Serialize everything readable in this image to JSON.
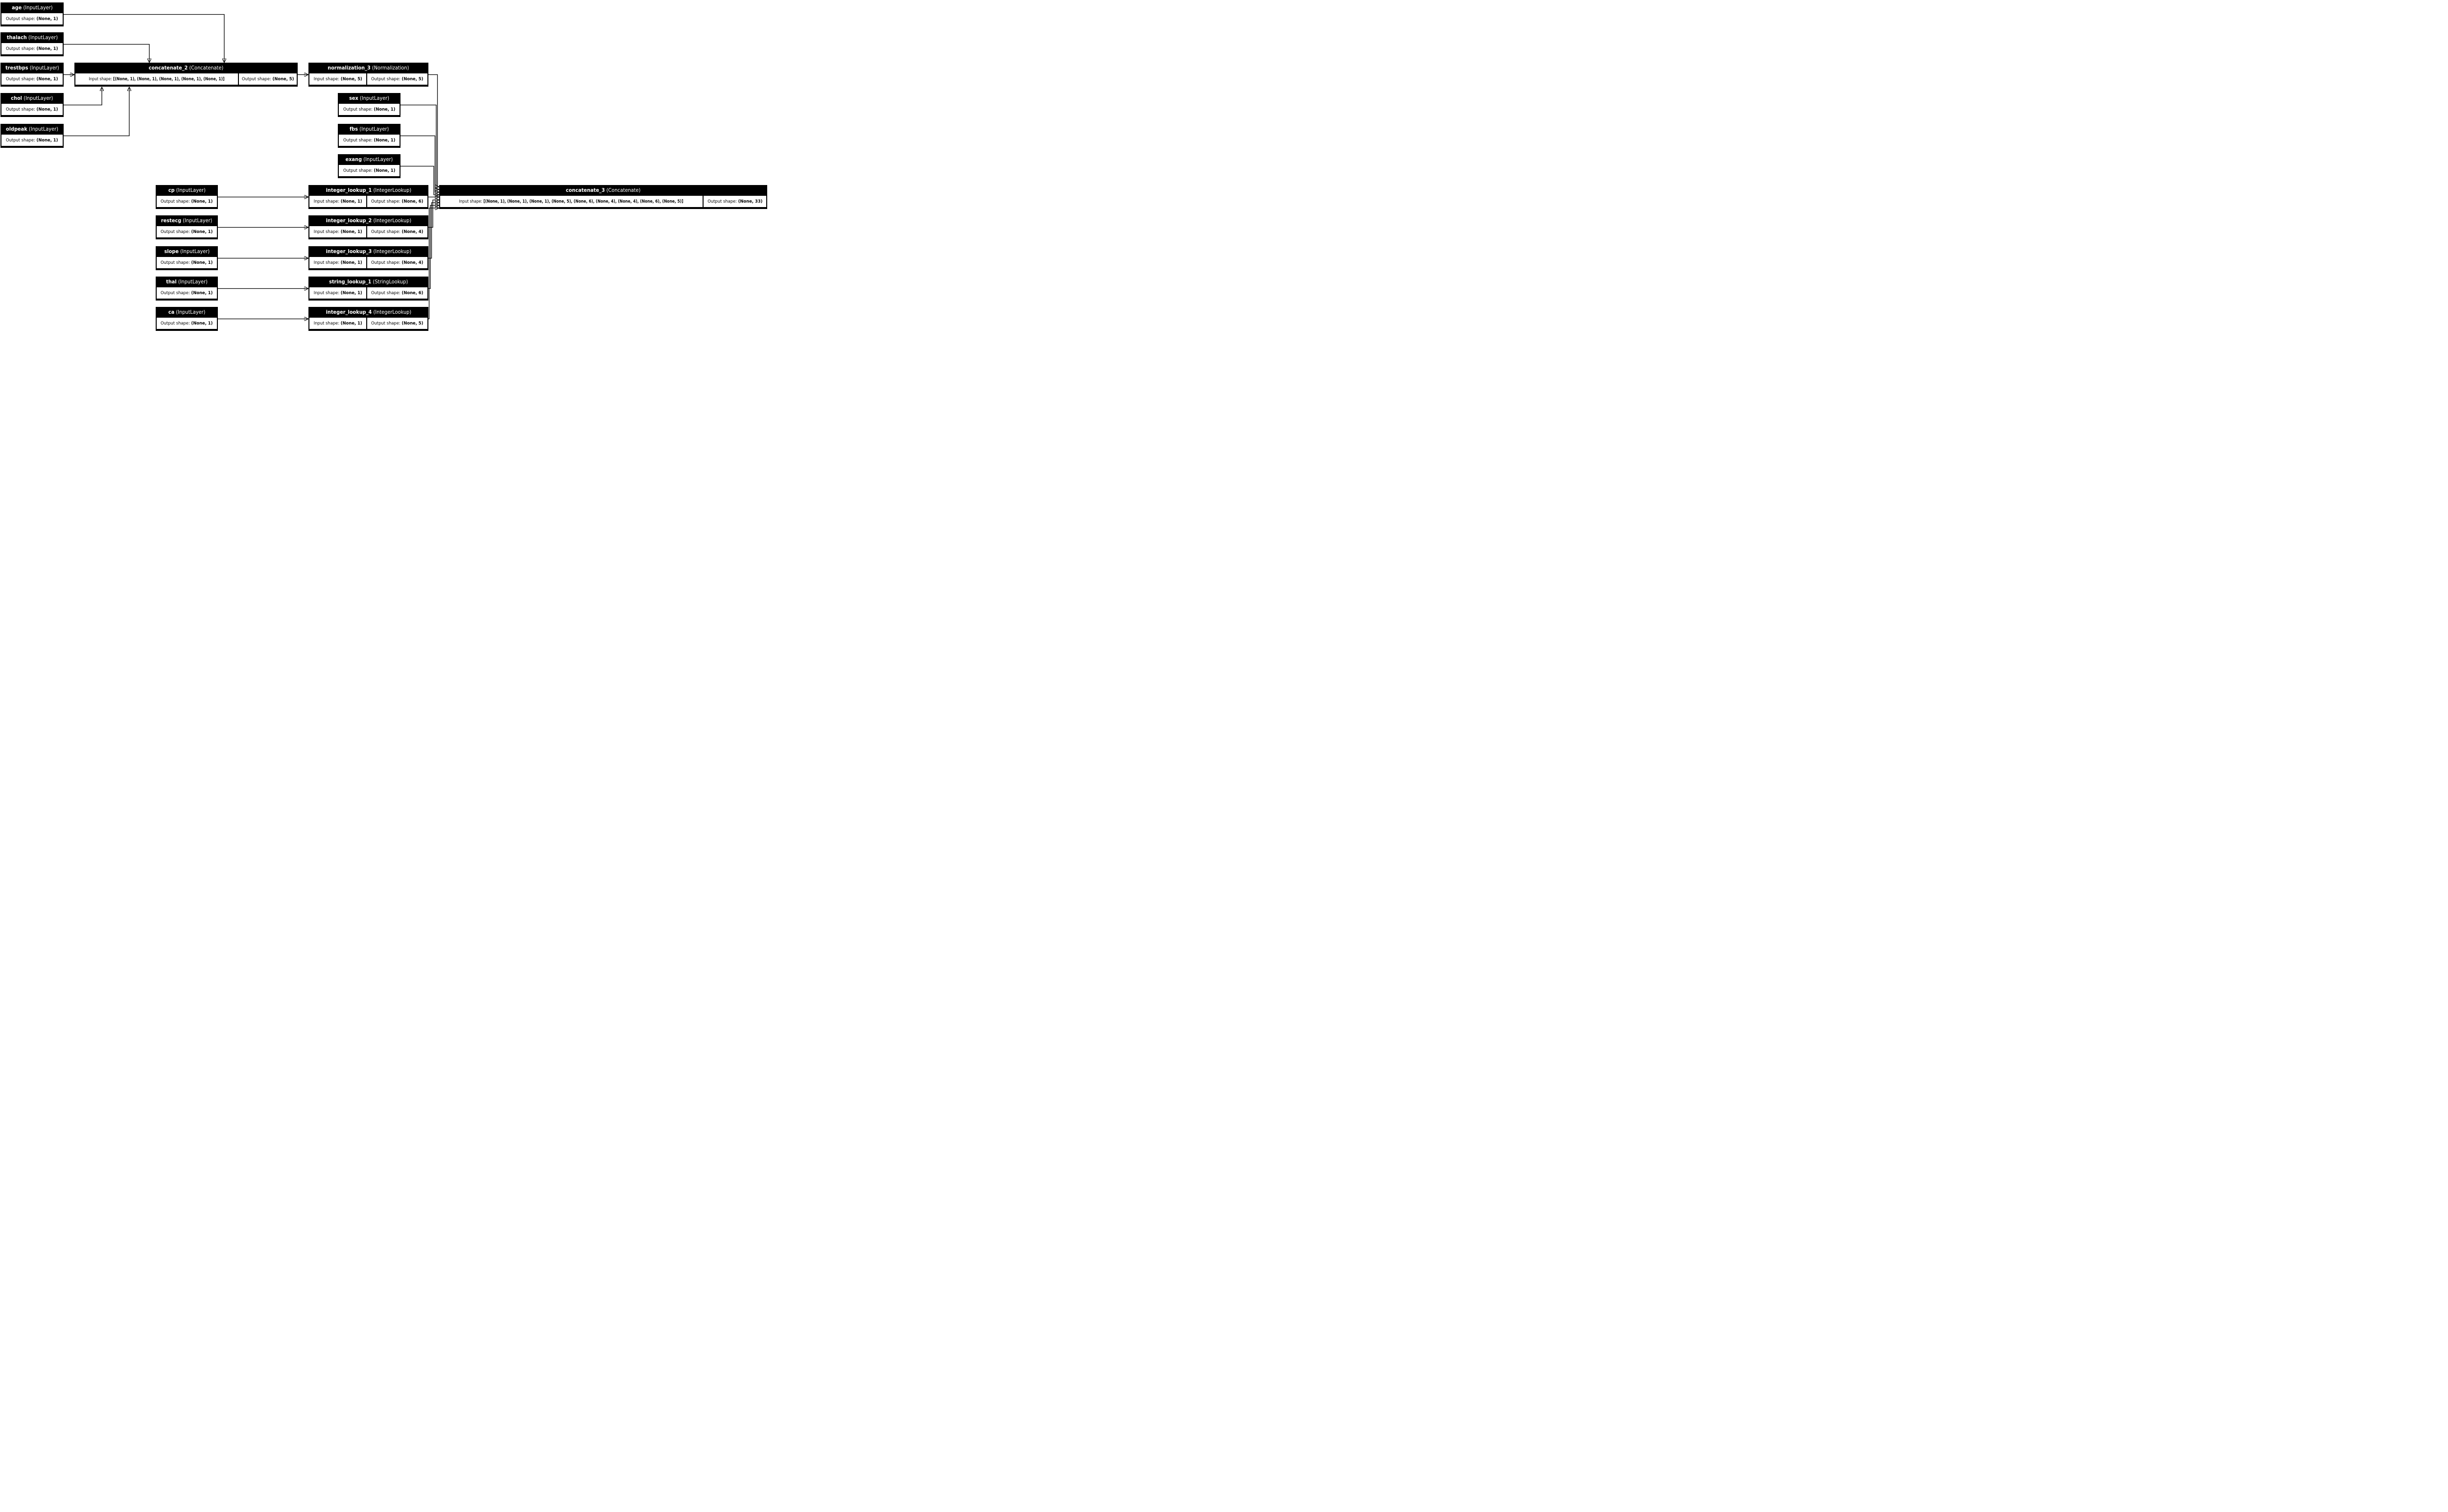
{
  "diagram_title": "Keras functional model plot",
  "colors": {
    "node_fill": "#000000",
    "node_title_text": "#ffffff",
    "body_fill": "#ffffff",
    "body_text": "#000000",
    "edge": "#000000",
    "background": "#ffffff"
  },
  "nodes": {
    "age": {
      "title_bold": "age",
      "title_rest": " (InputLayer)",
      "output_label": "Output shape: ",
      "output_value": "(None, 1)"
    },
    "thalach": {
      "title_bold": "thalach",
      "title_rest": " (InputLayer)",
      "output_label": "Output shape: ",
      "output_value": "(None, 1)"
    },
    "trestbps": {
      "title_bold": "trestbps",
      "title_rest": " (InputLayer)",
      "output_label": "Output shape: ",
      "output_value": "(None, 1)"
    },
    "chol": {
      "title_bold": "chol",
      "title_rest": " (InputLayer)",
      "output_label": "Output shape: ",
      "output_value": "(None, 1)"
    },
    "oldpeak": {
      "title_bold": "oldpeak",
      "title_rest": " (InputLayer)",
      "output_label": "Output shape: ",
      "output_value": "(None, 1)"
    },
    "sex": {
      "title_bold": "sex",
      "title_rest": " (InputLayer)",
      "output_label": "Output shape: ",
      "output_value": "(None, 1)"
    },
    "fbs": {
      "title_bold": "fbs",
      "title_rest": " (InputLayer)",
      "output_label": "Output shape: ",
      "output_value": "(None, 1)"
    },
    "exang": {
      "title_bold": "exang",
      "title_rest": " (InputLayer)",
      "output_label": "Output shape: ",
      "output_value": "(None, 1)"
    },
    "cp": {
      "title_bold": "cp",
      "title_rest": " (InputLayer)",
      "output_label": "Output shape: ",
      "output_value": "(None, 1)"
    },
    "restecg": {
      "title_bold": "restecg",
      "title_rest": " (InputLayer)",
      "output_label": "Output shape: ",
      "output_value": "(None, 1)"
    },
    "slope": {
      "title_bold": "slope",
      "title_rest": " (InputLayer)",
      "output_label": "Output shape: ",
      "output_value": "(None, 1)"
    },
    "thal": {
      "title_bold": "thal",
      "title_rest": " (InputLayer)",
      "output_label": "Output shape: ",
      "output_value": "(None, 1)"
    },
    "ca": {
      "title_bold": "ca",
      "title_rest": " (InputLayer)",
      "output_label": "Output shape: ",
      "output_value": "(None, 1)"
    },
    "concatenate_2": {
      "title_bold": "concatenate_2",
      "title_rest": " (Concatenate)",
      "input_label": "Input shape: ",
      "input_value": "[(None, 1), (None, 1), (None, 1), (None, 1), (None, 1)]",
      "output_label": "Output shape: ",
      "output_value": "(None, 5)"
    },
    "normalization_3": {
      "title_bold": "normalization_3",
      "title_rest": " (Normalization)",
      "input_label": "Input shape: ",
      "input_value": "(None, 5)",
      "output_label": "Output shape: ",
      "output_value": "(None, 5)"
    },
    "integer_lookup_1": {
      "title_bold": "integer_lookup_1",
      "title_rest": " (IntegerLookup)",
      "input_label": "Input shape: ",
      "input_value": "(None, 1)",
      "output_label": "Output shape: ",
      "output_value": "(None, 6)"
    },
    "integer_lookup_2": {
      "title_bold": "integer_lookup_2",
      "title_rest": " (IntegerLookup)",
      "input_label": "Input shape: ",
      "input_value": "(None, 1)",
      "output_label": "Output shape: ",
      "output_value": "(None, 4)"
    },
    "integer_lookup_3": {
      "title_bold": "integer_lookup_3",
      "title_rest": " (IntegerLookup)",
      "input_label": "Input shape: ",
      "input_value": "(None, 1)",
      "output_label": "Output shape: ",
      "output_value": "(None, 4)"
    },
    "string_lookup_1": {
      "title_bold": "string_lookup_1",
      "title_rest": " (StringLookup)",
      "input_label": "Input shape: ",
      "input_value": "(None, 1)",
      "output_label": "Output shape: ",
      "output_value": "(None, 6)"
    },
    "integer_lookup_4": {
      "title_bold": "integer_lookup_4",
      "title_rest": " (IntegerLookup)",
      "input_label": "Input shape: ",
      "input_value": "(None, 1)",
      "output_label": "Output shape: ",
      "output_value": "(None, 5)"
    },
    "concatenate_3": {
      "title_bold": "concatenate_3",
      "title_rest": " (Concatenate)",
      "input_label": "Input shape: ",
      "input_value": "[(None, 1), (None, 1), (None, 1), (None, 5), (None, 6), (None, 4), (None, 4), (None, 6), (None, 5)]",
      "output_label": "Output shape: ",
      "output_value": "(None, 33)"
    }
  },
  "edges": [
    {
      "from": "age",
      "to": "concatenate_2"
    },
    {
      "from": "thalach",
      "to": "concatenate_2"
    },
    {
      "from": "trestbps",
      "to": "concatenate_2"
    },
    {
      "from": "chol",
      "to": "concatenate_2"
    },
    {
      "from": "oldpeak",
      "to": "concatenate_2"
    },
    {
      "from": "concatenate_2",
      "to": "normalization_3"
    },
    {
      "from": "normalization_3",
      "to": "concatenate_3"
    },
    {
      "from": "sex",
      "to": "concatenate_3"
    },
    {
      "from": "fbs",
      "to": "concatenate_3"
    },
    {
      "from": "exang",
      "to": "concatenate_3"
    },
    {
      "from": "cp",
      "to": "integer_lookup_1"
    },
    {
      "from": "restecg",
      "to": "integer_lookup_2"
    },
    {
      "from": "slope",
      "to": "integer_lookup_3"
    },
    {
      "from": "thal",
      "to": "string_lookup_1"
    },
    {
      "from": "ca",
      "to": "integer_lookup_4"
    },
    {
      "from": "integer_lookup_1",
      "to": "concatenate_3"
    },
    {
      "from": "integer_lookup_2",
      "to": "concatenate_3"
    },
    {
      "from": "integer_lookup_3",
      "to": "concatenate_3"
    },
    {
      "from": "string_lookup_1",
      "to": "concatenate_3"
    },
    {
      "from": "integer_lookup_4",
      "to": "concatenate_3"
    }
  ]
}
